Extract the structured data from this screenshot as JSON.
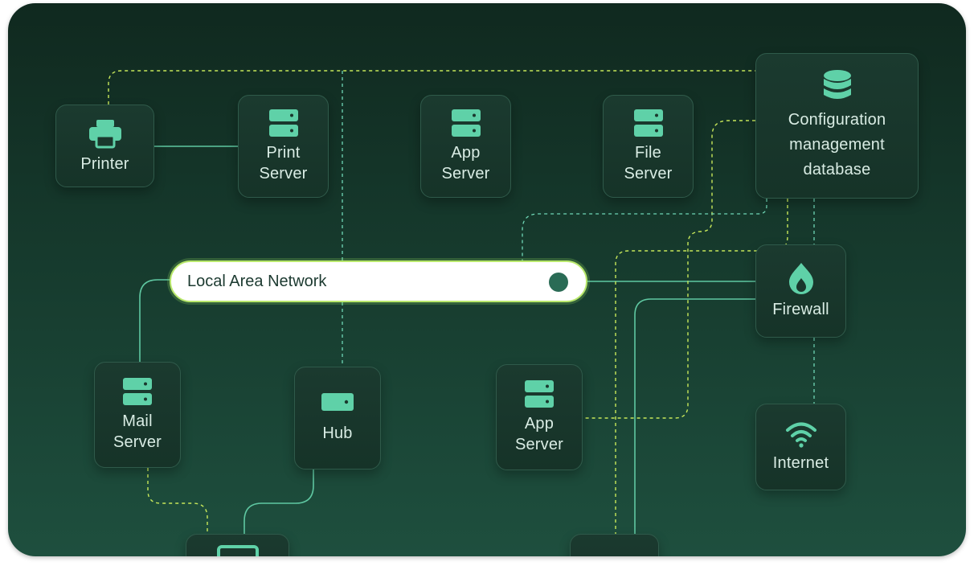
{
  "colors": {
    "background_top": "#10291f",
    "background_bottom": "#1e4f3e",
    "node_fill": "#1b3a2f",
    "node_border": "#2f5a4a",
    "icon": "#5fd1a8",
    "solid_link": "#5fc8a2",
    "dashed_link_lime": "#c8e85a",
    "dashed_link_teal": "#6fd7b6",
    "lan_pill": "#ffffff",
    "lan_dot": "#2a6b55"
  },
  "lan": {
    "label": "Local Area Network"
  },
  "nodes": {
    "printer": {
      "label": "Printer",
      "icon": "printer-icon"
    },
    "print_server": {
      "label": "Print\nServer",
      "icon": "server-icon"
    },
    "app_server_top": {
      "label": "App\nServer",
      "icon": "server-icon"
    },
    "file_server": {
      "label": "File\nServer",
      "icon": "server-icon"
    },
    "cmdb": {
      "label": "Configuration\nmanagement\ndatabase",
      "icon": "database-icon"
    },
    "firewall": {
      "label": "Firewall",
      "icon": "flame-icon"
    },
    "internet": {
      "label": "Internet",
      "icon": "wifi-icon"
    },
    "mail_server": {
      "label": "Mail\nServer",
      "icon": "server-icon"
    },
    "hub": {
      "label": "Hub",
      "icon": "hub-icon"
    },
    "app_server_bottom": {
      "label": "App\nServer",
      "icon": "server-icon"
    },
    "workstation_partial": {
      "icon": "monitor-icon"
    },
    "device_partial": {
      "icon": "none"
    }
  }
}
